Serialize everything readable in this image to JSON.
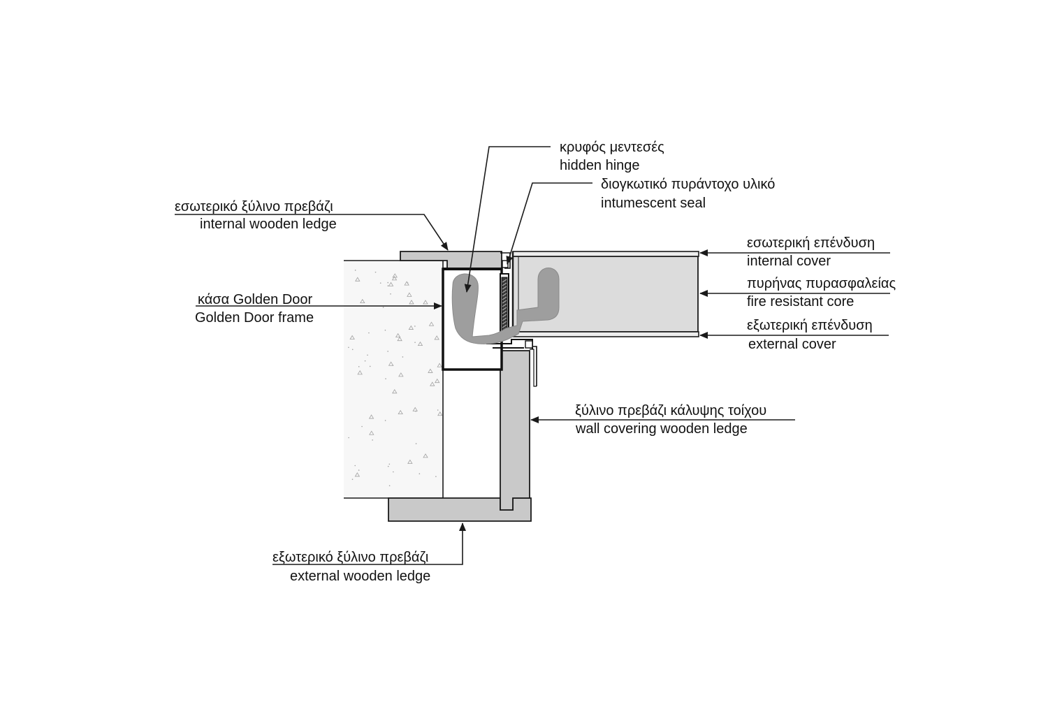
{
  "colors": {
    "ink": "#1a1a1a",
    "wood": "#c9c9c9",
    "core": "#dcdcdc",
    "seal": "#9e9e9e",
    "concrete": "#f7f7f7",
    "speckle": "#a0a0a0"
  },
  "labels": {
    "hidden_hinge": {
      "greek": "κρυφός μεντεσές",
      "english": "hidden hinge"
    },
    "intumescent_seal": {
      "greek": "διογκωτικό πυράντοχο υλικό",
      "english": "intumescent seal"
    },
    "internal_ledge": {
      "greek": "εσωτερικό ξύλινο πρεβάζι",
      "english": "internal wooden ledge"
    },
    "frame": {
      "greek": "κάσα Golden Door",
      "english": "Golden Door frame"
    },
    "internal_cover": {
      "greek": "εσωτερική επένδυση",
      "english": "internal cover"
    },
    "fire_core": {
      "greek": "πυρήνας πυρασφαλείας",
      "english": "fire resistant core"
    },
    "external_cover": {
      "greek": "εξωτερική επένδυση",
      "english": "external cover"
    },
    "wall_ledge": {
      "greek": "ξύλινο πρεβάζι κάλυψης τοίχου",
      "english": "wall covering wooden ledge"
    },
    "external_ledge": {
      "greek": "εξωτερικό ξύλινο πρεβάζι",
      "english": "external wooden ledge"
    }
  }
}
